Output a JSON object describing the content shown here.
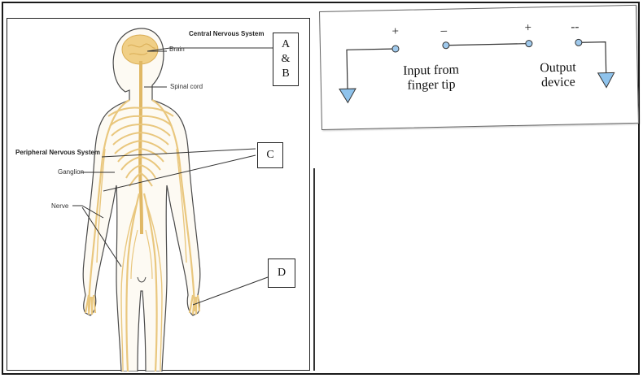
{
  "nervous_system": {
    "central_heading": "Central Nervous System",
    "peripheral_heading": "Peripheral Nervous System",
    "brain_label": "Brain",
    "spinal_cord_label": "Spinal cord",
    "ganglion_label": "Ganglion",
    "nerve_label": "Nerve",
    "box_ab_line1": "A",
    "box_ab_line2": "&",
    "box_ab_line3": "B",
    "box_c": "C",
    "box_d": "D"
  },
  "circuit": {
    "plus_1": "+",
    "minus_1": "–",
    "plus_2": "+",
    "minus_2": "--",
    "input_line1": "Input from",
    "input_line2": "finger tip",
    "output_line1": "Output",
    "output_line2": "device"
  },
  "colors": {
    "nerve": "#e9c77e",
    "nerve_dark": "#d9ad55",
    "body_outline": "#4a4a4a",
    "terminal_fill": "#9fc9ec",
    "ground_fill": "#8fc3ec"
  }
}
